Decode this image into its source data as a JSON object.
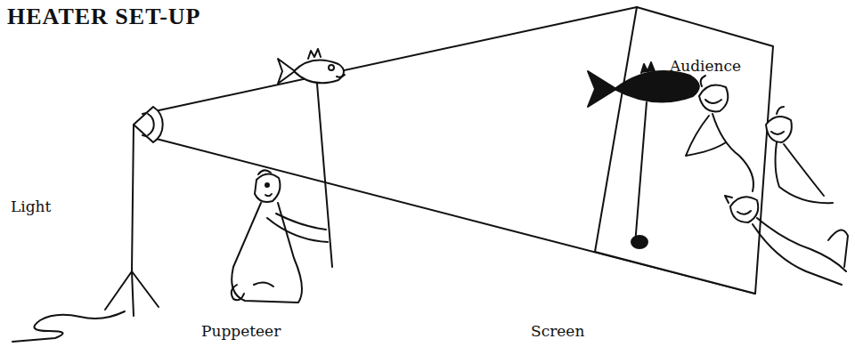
{
  "diagram": {
    "title": "HEATER SET-UP",
    "labels": [
      "Audience",
      "Light",
      "Puppeteer",
      "Screen"
    ]
  }
}
